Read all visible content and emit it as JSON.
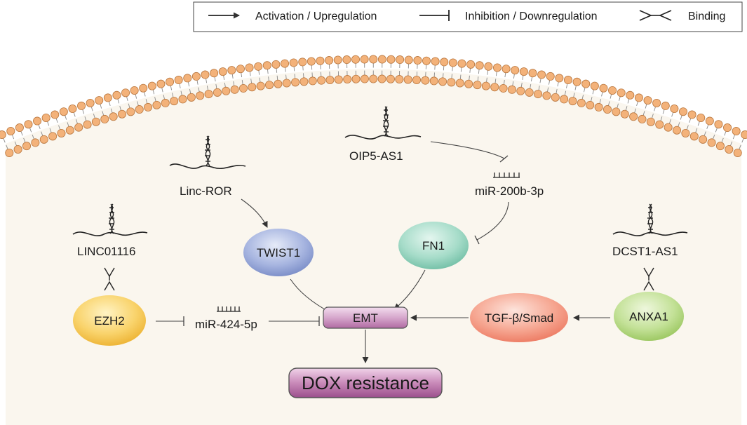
{
  "legend": {
    "activation": "Activation / Upregulation",
    "inhibition": "Inhibition / Downregulation",
    "binding": "Binding"
  },
  "lncrnas": {
    "linc01116": "LINC01116",
    "linc_ror": "Linc-ROR",
    "oip5_as1": "OIP5-AS1",
    "dcst1_as1": "DCST1-AS1"
  },
  "mirnas": {
    "mir_424": "miR-424-5p",
    "mir_200b": "miR-200b-3p"
  },
  "nodes": {
    "ezh2": "EZH2",
    "twist1": "TWIST1",
    "fn1": "FN1",
    "emt": "EMT",
    "tgf": "TGF-β/Smad",
    "anxa1": "ANXA1",
    "dox": "DOX resistance"
  },
  "colors": {
    "cytoplasm": "#faf6ee",
    "lipid_head": "#f3b27a",
    "lipid_head_stroke": "#b9773f",
    "ezh2": "#f6c44b",
    "twist1": "#7f95cf",
    "fn1": "#7fc9b2",
    "tgf": "#f2866d",
    "anxa1": "#a5cf6d",
    "emt": "#b46ea6",
    "dox": "#a65a97"
  }
}
